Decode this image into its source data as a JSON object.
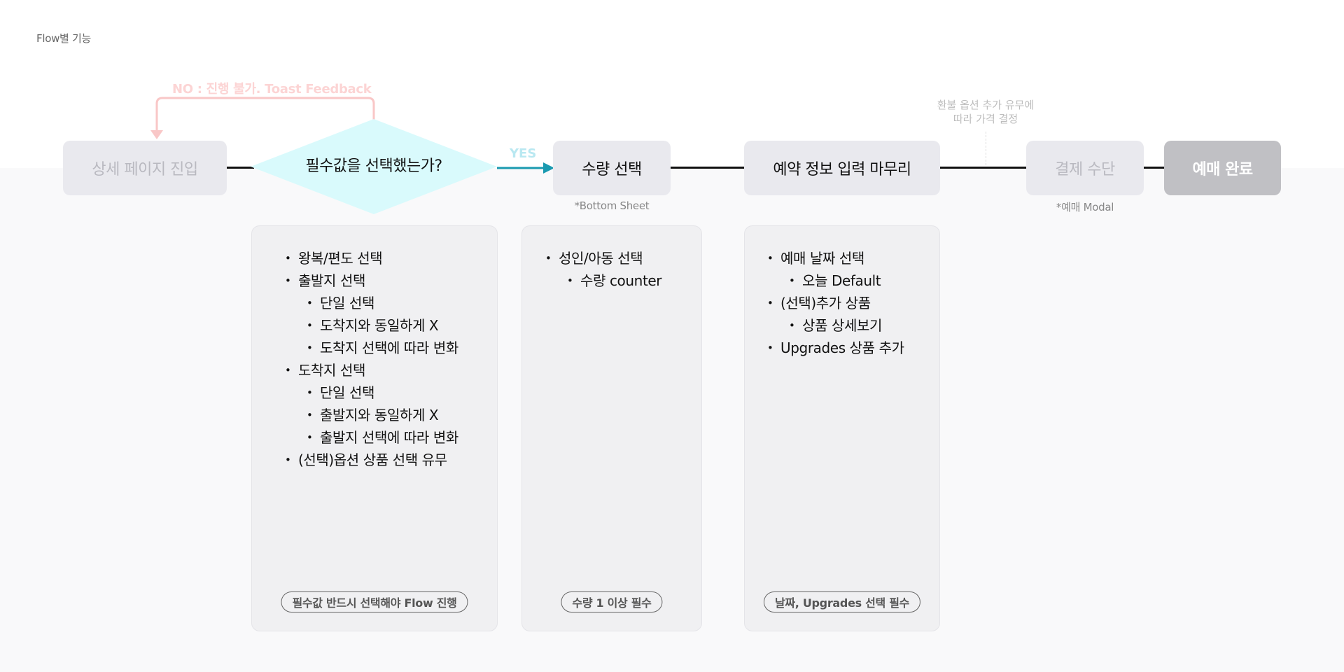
{
  "page": {
    "title": "Flow별 기능"
  },
  "flow": {
    "start": "상세 페이지 진입",
    "decision": "필수값을 선택했는가?",
    "yes_label": "YES",
    "no_label": "NO : 진행 불가. Toast Feedback",
    "quantity": "수량 선택",
    "quantity_note": "*Bottom Sheet",
    "booking_info": "예약 정보 입력 마무리",
    "refund_note_line1": "환불 옵션 추가 유무에",
    "refund_note_line2": "따라 가격 결정",
    "payment": "결제 수단",
    "payment_note": "*예매 Modal",
    "complete": "예매 완료"
  },
  "cards": {
    "required": {
      "items": [
        {
          "text": "왕복/편도 선택",
          "level": 1
        },
        {
          "text": "출발지 선택",
          "level": 1
        },
        {
          "text": "단일 선택",
          "level": 2
        },
        {
          "text": "도착지와 동일하게 X",
          "level": 2
        },
        {
          "text": "도착지 선택에 따라 변화",
          "level": 2
        },
        {
          "text": "도착지 선택",
          "level": 1
        },
        {
          "text": "단일 선택",
          "level": 2
        },
        {
          "text": "출발지와 동일하게 X",
          "level": 2
        },
        {
          "text": "출발지 선택에 따라 변화",
          "level": 2
        },
        {
          "text": "(선택)옵션 상품 선택 유무",
          "level": 1
        }
      ],
      "badge": "필수값 반드시 선택해야 Flow 진행"
    },
    "quantity": {
      "items": [
        {
          "text": "성인/아동 선택",
          "level": 1
        },
        {
          "text": "수량 counter",
          "level": 2
        }
      ],
      "badge": "수량 1 이상 필수"
    },
    "booking": {
      "items": [
        {
          "text": "예매 날짜 선택",
          "level": 1
        },
        {
          "text": "오늘 Default",
          "level": 2
        },
        {
          "text": "(선택)추가 상품",
          "level": 1
        },
        {
          "text": "상품 상세보기",
          "level": 2
        },
        {
          "text": "Upgrades 상품 추가",
          "level": 1
        }
      ],
      "badge": "날짜, Upgrades 선택 필수"
    }
  },
  "colors": {
    "yes_arrow": "#1a9ab0",
    "diamond_fill": "#d9fafc",
    "no_loop": "#f9c7c7",
    "node_bg": "#e9e9ee",
    "complete_bg": "#c0c0c4"
  }
}
